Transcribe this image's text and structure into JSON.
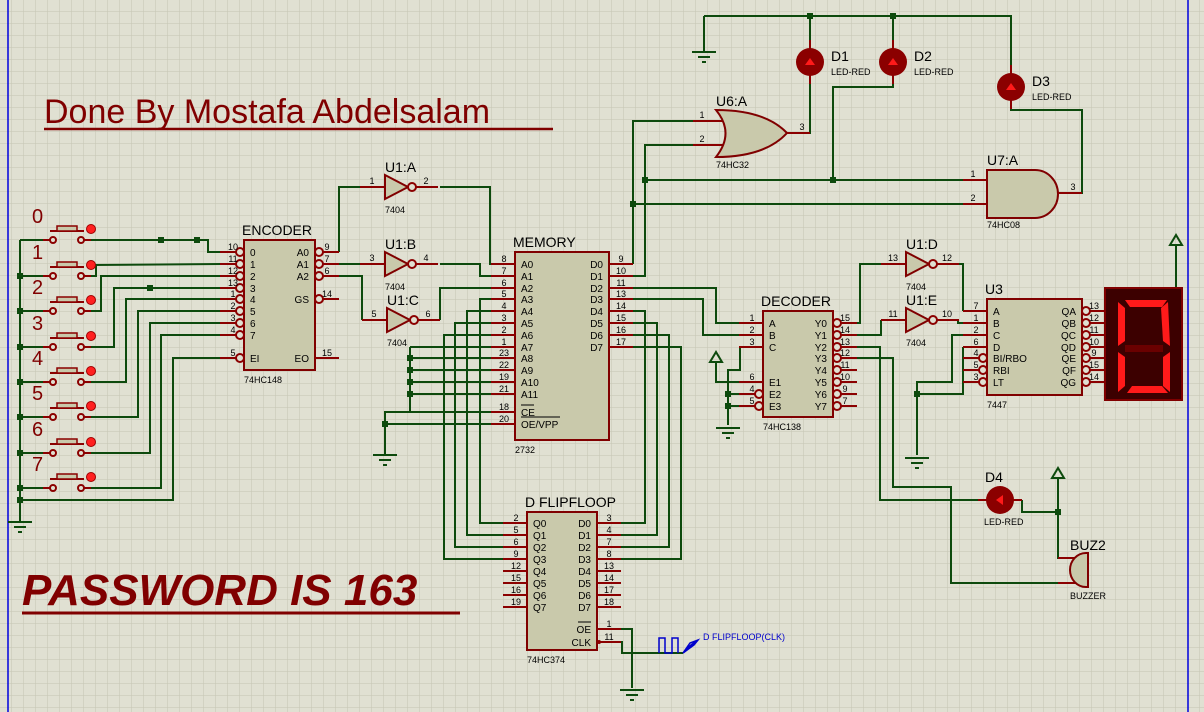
{
  "title": "Done By Mostafa Abdelsalam",
  "password_note": "PASSWORD IS 163",
  "colors": {
    "wire": "#0d4a0d",
    "pin": "#8b0000",
    "chip": "#c9c9ab",
    "text_red": "#800000",
    "led": "#8b0000",
    "probe": "#0000cc"
  },
  "switches": [
    "0",
    "1",
    "2",
    "3",
    "4",
    "5",
    "6",
    "7"
  ],
  "chips": {
    "encoder": {
      "title": "ENCODER",
      "part": "74HC148",
      "left": [
        {
          "n": "10",
          "l": "0",
          "inv": true
        },
        {
          "n": "11",
          "l": "1",
          "inv": true
        },
        {
          "n": "12",
          "l": "2",
          "inv": true
        },
        {
          "n": "13",
          "l": "3",
          "inv": true
        },
        {
          "n": "1",
          "l": "4",
          "inv": true
        },
        {
          "n": "2",
          "l": "5",
          "inv": true
        },
        {
          "n": "3",
          "l": "6",
          "inv": true
        },
        {
          "n": "4",
          "l": "7",
          "inv": true
        },
        {
          "n": "5",
          "l": "EI",
          "inv": true
        }
      ],
      "right": [
        {
          "n": "9",
          "l": "A0",
          "inv": true
        },
        {
          "n": "7",
          "l": "A1",
          "inv": true
        },
        {
          "n": "6",
          "l": "A2",
          "inv": true
        },
        {
          "n": "14",
          "l": "GS",
          "inv": true
        },
        {
          "n": "15",
          "l": "EO",
          "inv": false
        }
      ]
    },
    "memory": {
      "title": "MEMORY",
      "part": "2732",
      "left": [
        {
          "n": "8",
          "l": "A0"
        },
        {
          "n": "7",
          "l": "A1"
        },
        {
          "n": "6",
          "l": "A2"
        },
        {
          "n": "5",
          "l": "A3"
        },
        {
          "n": "4",
          "l": "A4"
        },
        {
          "n": "3",
          "l": "A5"
        },
        {
          "n": "2",
          "l": "A6"
        },
        {
          "n": "1",
          "l": "A7"
        },
        {
          "n": "23",
          "l": "A8"
        },
        {
          "n": "22",
          "l": "A9"
        },
        {
          "n": "19",
          "l": "A10"
        },
        {
          "n": "21",
          "l": "A11"
        },
        {
          "n": "18",
          "l": "CE",
          "over": true
        },
        {
          "n": "20",
          "l": "OE/VPP",
          "over": true
        }
      ],
      "right": [
        {
          "n": "9",
          "l": "D0"
        },
        {
          "n": "10",
          "l": "D1"
        },
        {
          "n": "11",
          "l": "D2"
        },
        {
          "n": "13",
          "l": "D3"
        },
        {
          "n": "14",
          "l": "D4"
        },
        {
          "n": "15",
          "l": "D5"
        },
        {
          "n": "16",
          "l": "D6"
        },
        {
          "n": "17",
          "l": "D7"
        }
      ]
    },
    "flipflop": {
      "title": "D FLIPFLOOP",
      "part": "74HC374",
      "left": [
        {
          "n": "2",
          "l": "Q0"
        },
        {
          "n": "5",
          "l": "Q1"
        },
        {
          "n": "6",
          "l": "Q2"
        },
        {
          "n": "9",
          "l": "Q3"
        },
        {
          "n": "12",
          "l": "Q4"
        },
        {
          "n": "15",
          "l": "Q5"
        },
        {
          "n": "16",
          "l": "Q6"
        },
        {
          "n": "19",
          "l": "Q7"
        }
      ],
      "right": [
        {
          "n": "3",
          "l": "D0"
        },
        {
          "n": "4",
          "l": "D1"
        },
        {
          "n": "7",
          "l": "D2"
        },
        {
          "n": "8",
          "l": "D3"
        },
        {
          "n": "13",
          "l": "D4"
        },
        {
          "n": "14",
          "l": "D5"
        },
        {
          "n": "17",
          "l": "D6"
        },
        {
          "n": "18",
          "l": "D7"
        },
        {
          "n": "1",
          "l": "OE",
          "over": true
        },
        {
          "n": "11",
          "l": "CLK",
          "clk": true
        }
      ]
    },
    "decoder": {
      "title": "DECODER",
      "part": "74HC138",
      "left": [
        {
          "n": "1",
          "l": "A"
        },
        {
          "n": "2",
          "l": "B"
        },
        {
          "n": "3",
          "l": "C"
        },
        {
          "n": "6",
          "l": "E1"
        },
        {
          "n": "4",
          "l": "E2",
          "inv": true
        },
        {
          "n": "5",
          "l": "E3",
          "inv": true
        }
      ],
      "right": [
        {
          "n": "15",
          "l": "Y0",
          "inv": true
        },
        {
          "n": "14",
          "l": "Y1",
          "inv": true
        },
        {
          "n": "13",
          "l": "Y2",
          "inv": true
        },
        {
          "n": "12",
          "l": "Y3",
          "inv": true
        },
        {
          "n": "11",
          "l": "Y4",
          "inv": true
        },
        {
          "n": "10",
          "l": "Y5",
          "inv": true
        },
        {
          "n": "9",
          "l": "Y6",
          "inv": true
        },
        {
          "n": "7",
          "l": "Y7",
          "inv": true
        }
      ]
    },
    "bcd": {
      "title": "U3",
      "part": "7447",
      "left": [
        {
          "n": "7",
          "l": "A"
        },
        {
          "n": "1",
          "l": "B"
        },
        {
          "n": "2",
          "l": "C"
        },
        {
          "n": "6",
          "l": "D"
        },
        {
          "n": "4",
          "l": "BI/RBO",
          "inv": true
        },
        {
          "n": "5",
          "l": "RBI",
          "inv": true
        },
        {
          "n": "3",
          "l": "LT",
          "inv": true
        }
      ],
      "right": [
        {
          "n": "13",
          "l": "QA",
          "inv": true
        },
        {
          "n": "12",
          "l": "QB",
          "inv": true
        },
        {
          "n": "11",
          "l": "QC",
          "inv": true
        },
        {
          "n": "10",
          "l": "QD",
          "inv": true
        },
        {
          "n": "9",
          "l": "QE",
          "inv": true
        },
        {
          "n": "15",
          "l": "QF",
          "inv": true
        },
        {
          "n": "14",
          "l": "QG",
          "inv": true
        }
      ]
    }
  },
  "inverters": [
    {
      "ref": "U1:A",
      "part": "7404",
      "in": "1",
      "out": "2"
    },
    {
      "ref": "U1:B",
      "part": "7404",
      "in": "3",
      "out": "4"
    },
    {
      "ref": "U1:C",
      "part": "7404",
      "in": "5",
      "out": "6"
    },
    {
      "ref": "U1:D",
      "part": "7404",
      "in": "13",
      "out": "12"
    },
    {
      "ref": "U1:E",
      "part": "7404",
      "in": "11",
      "out": "10"
    }
  ],
  "or_gate": {
    "ref": "U6:A",
    "part": "74HC32",
    "in1": "1",
    "in2": "2",
    "out": "3"
  },
  "and_gate": {
    "ref": "U7:A",
    "part": "74HC08",
    "in1": "1",
    "in2": "2",
    "out": "3"
  },
  "leds": [
    {
      "ref": "D1",
      "part": "LED-RED"
    },
    {
      "ref": "D2",
      "part": "LED-RED"
    },
    {
      "ref": "D3",
      "part": "LED-RED"
    },
    {
      "ref": "D4",
      "part": "LED-RED"
    }
  ],
  "buzzer": {
    "ref": "BUZ2",
    "part": "BUZZER"
  },
  "clock": {
    "label": "D FLIPFLOOP(CLK)"
  },
  "display": {
    "digit": "0"
  }
}
